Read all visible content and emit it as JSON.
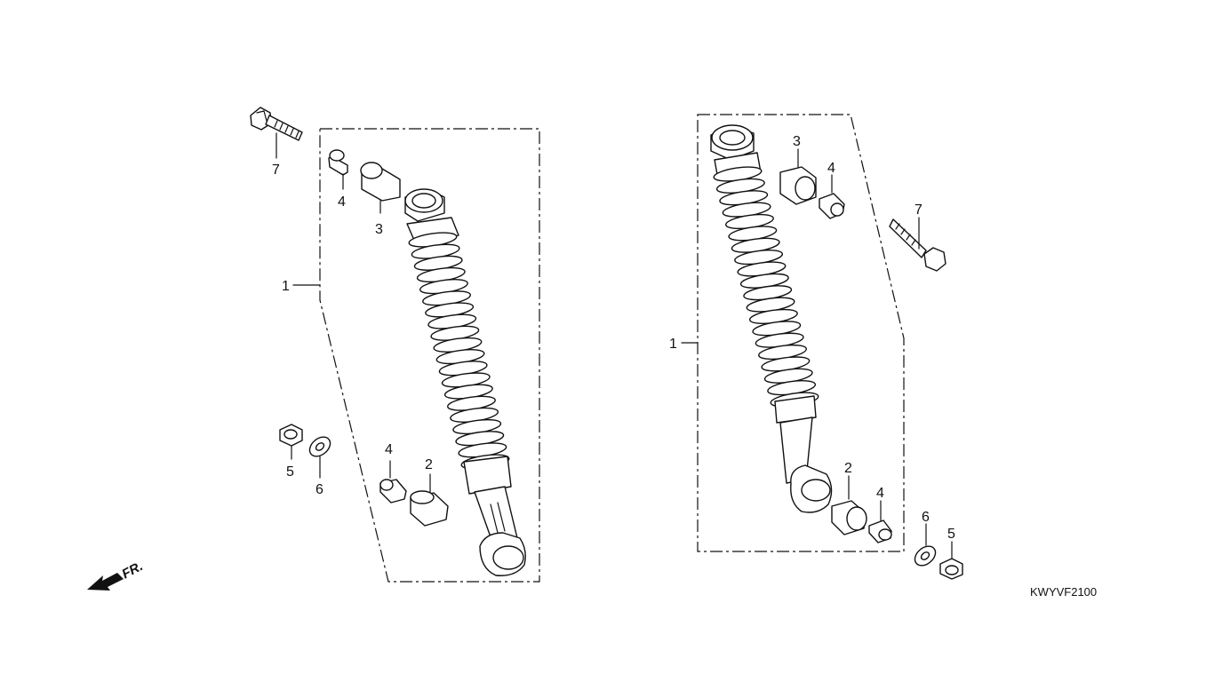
{
  "diagram_code": "KWYVF2100",
  "front_marker": "FR.",
  "labels": {
    "left": {
      "one": "1",
      "two": "2",
      "three": "3",
      "four_top": "4",
      "four_bottom": "4",
      "five": "5",
      "six": "6",
      "seven": "7"
    },
    "right": {
      "one": "1",
      "two": "2",
      "three": "3",
      "four_top": "4",
      "four_bottom": "4",
      "five": "5",
      "six": "6",
      "seven": "7"
    }
  }
}
